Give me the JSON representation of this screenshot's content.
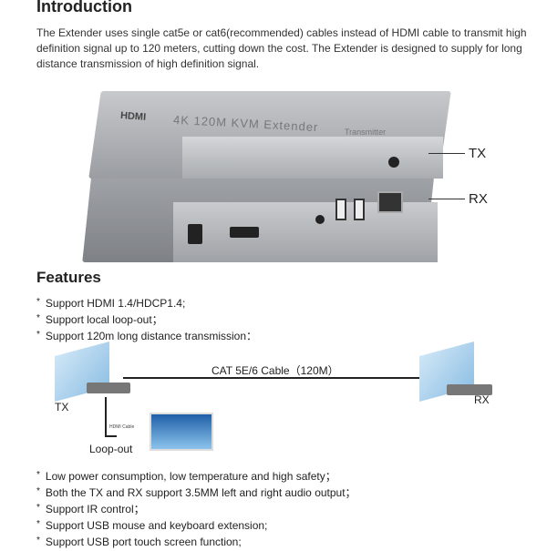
{
  "intro": {
    "title": "Introduction",
    "text": "The Extender uses single cat5e or cat6(recommended) cables instead of HDMI cable to transmit high definition signal up to 120 meters, cutting down the cost. The Extender is designed to supply for long distance transmission of high definition signal."
  },
  "product": {
    "brand": "HDMI",
    "model": "4K 120M KVM Extender",
    "unit": "Transmitter",
    "tx_label": "TX",
    "rx_label": "RX"
  },
  "features": {
    "title": "Features",
    "items_top": [
      "Support HDMI 1.4/HDCP1.4;",
      "Support local loop-out；",
      "Support 120m long distance transmission："
    ],
    "items_bottom": [
      "Low power consumption, low temperature and high safety；",
      "Both the TX and RX support 3.5MM left and right audio output；",
      "Support IR control；",
      "Support USB mouse and keyboard extension;",
      "Support USB port touch screen function;"
    ]
  },
  "diagram": {
    "cable": "CAT 5E/6 Cable（120M）",
    "tx": "TX",
    "rx": "RX",
    "hdmi_cable": "HDMI Cable",
    "loop_out": "Loop-out"
  }
}
